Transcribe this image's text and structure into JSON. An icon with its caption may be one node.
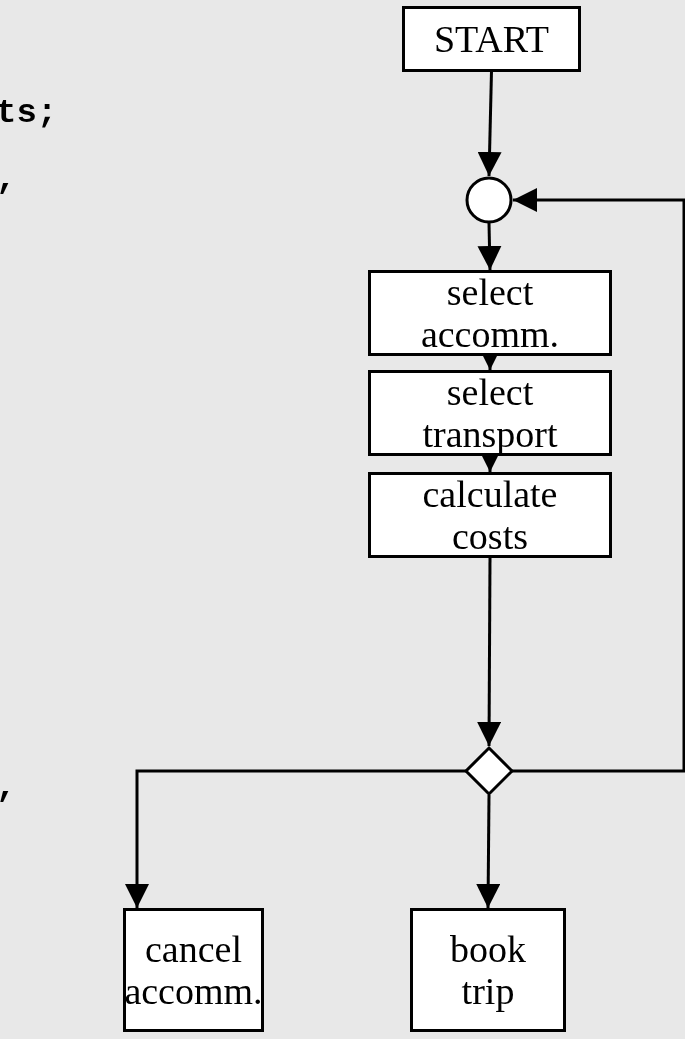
{
  "diagram": {
    "nodes": [
      {
        "text": [
          "START"
        ]
      },
      {
        "text": [],
        "shape": "circle"
      },
      {
        "text": [
          "select accomm."
        ]
      },
      {
        "text": [
          "select transport"
        ]
      },
      {
        "text": [
          "calculate costs"
        ]
      },
      {
        "text": [],
        "shape": "diamond"
      },
      {
        "text": [
          "cancel accomm."
        ]
      },
      {
        "text": [
          "book trip"
        ]
      }
    ],
    "edges": [
      {
        "from": 0,
        "to": 1,
        "arrow": "to"
      },
      {
        "from": 1,
        "to": 2,
        "arrow": "to"
      },
      {
        "from": 2,
        "to": 3,
        "arrow": "to"
      },
      {
        "from": 3,
        "to": 4,
        "arrow": "to"
      },
      {
        "from": 4,
        "to": 5,
        "arrow": "to"
      },
      {
        "from": 5,
        "to": 6,
        "arrow": "to"
      },
      {
        "from": 5,
        "to": 7,
        "arrow": "to"
      },
      {
        "from": 5,
        "to": 1,
        "arrow": "to"
      }
    ],
    "labels": [
      "ts;",
      ",",
      ","
    ]
  }
}
